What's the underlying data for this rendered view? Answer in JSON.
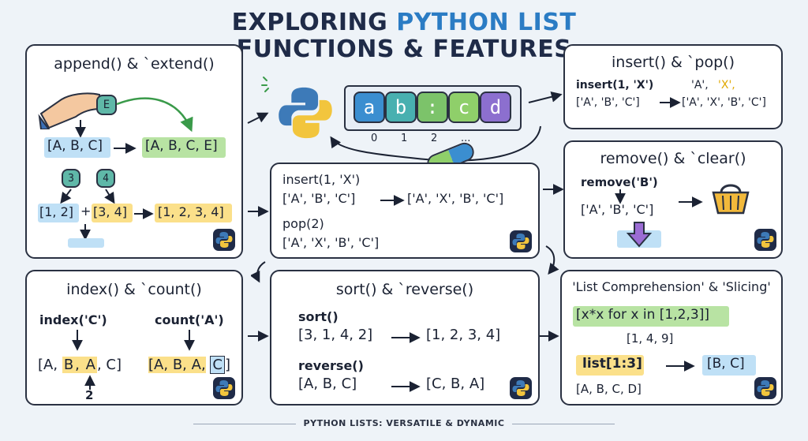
{
  "title": {
    "line1_plain": "EXPLORING ",
    "line1_highlight": "PYTHON LIST",
    "line2": "FUNCTIONS & FEATURES"
  },
  "footer": "PYTHON LISTS: VERSATILE & DYNAMIC",
  "colors": {
    "blue": "#bfe0f6",
    "green": "#b8e3a3",
    "yellow": "#fbe08a",
    "navy": "#1f2b48",
    "accent": "#2b7cc4"
  },
  "hero": {
    "chips": [
      "a",
      "b",
      ":",
      "c",
      "d"
    ],
    "indices": [
      "0",
      "1",
      "2",
      "..."
    ]
  },
  "append_card": {
    "title": "append() & `extend()",
    "held_item": "E",
    "before": "[A, B, C]",
    "after": "[A, B, C, E]",
    "box3": "3",
    "box4": "4",
    "list1": "[1, 2]",
    "plus": "+",
    "list2": "[3, 4]",
    "result": "[1, 2, 3, 4]"
  },
  "center_top_card": {
    "line1": "insert(1, 'X')",
    "before": "['A', 'B', 'C']",
    "after": "['A', 'X', 'B', 'C']",
    "line2": "pop(2)",
    "pop_result": "['A', 'X', 'B', 'C']"
  },
  "insert_card": {
    "title": "insert() & `pop()",
    "call": "insert(1, 'X')",
    "before": "['A', 'B', 'C']",
    "top_a": "'A', ",
    "top_x": "'X',",
    "after": "['A', 'X', 'B', 'C']"
  },
  "remove_card": {
    "title": "remove() & `clear()",
    "call": "remove('B')",
    "list": "['A', 'B', 'C']"
  },
  "index_card": {
    "title": "index() & `count()",
    "call_index": "index('C')",
    "call_count": "count('A')",
    "list_index": [
      "A",
      "B",
      "A",
      "C"
    ],
    "list_count": [
      "A",
      "B",
      "A",
      "C"
    ],
    "index_result": "2"
  },
  "sort_card": {
    "title": "sort() & `reverse()",
    "sort_call": "sort()",
    "sort_before": "[3, 1, 4, 2]",
    "sort_after": "[1, 2, 3, 4]",
    "reverse_call": "reverse()",
    "reverse_before": "[A, B, C]",
    "reverse_after": "[C, B, A]"
  },
  "comp_card": {
    "title": "'List Comprehension' & 'Slicing'",
    "comp": "[x*x for x in [1,2,3]]",
    "comp_result": "[1, 4, 9]",
    "slice": "list[1:3]",
    "slice_result": "[B, C]",
    "source": "[A, B, C, D]"
  }
}
